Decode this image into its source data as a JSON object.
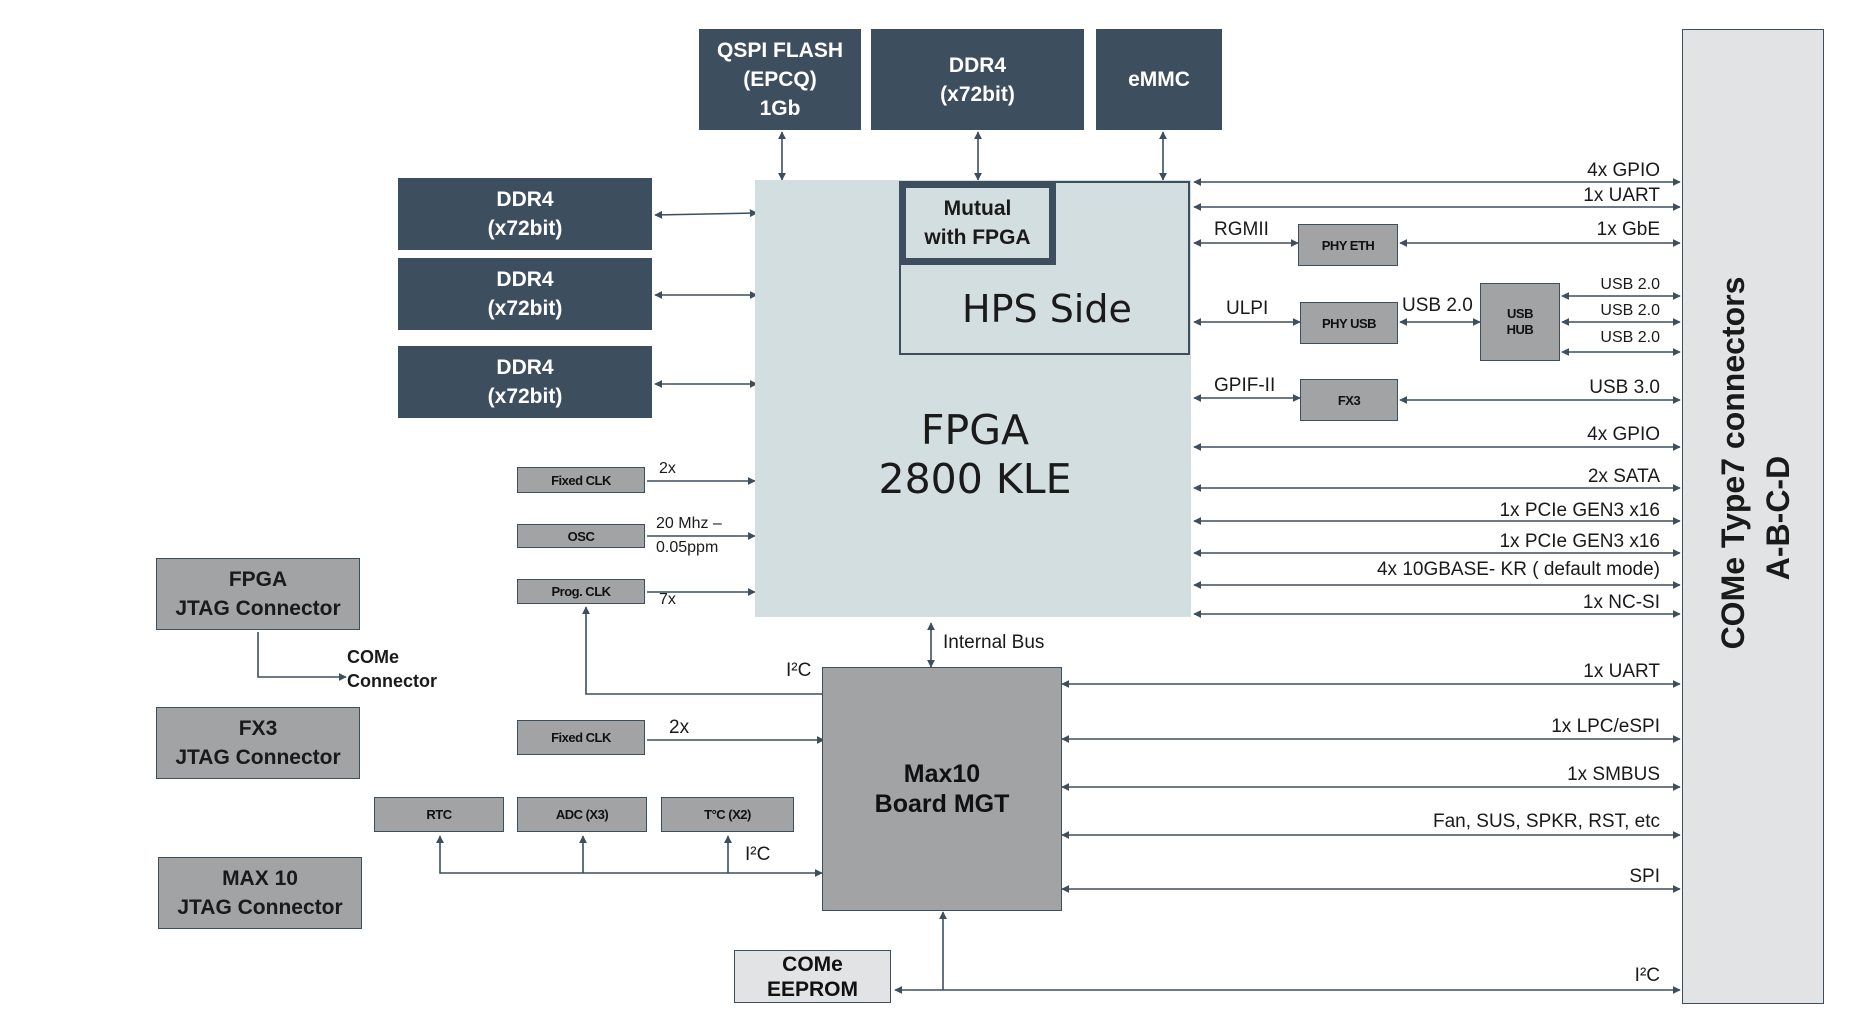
{
  "memory_top": {
    "qspi": [
      "QSPI FLASH",
      "(EPCQ)",
      "1Gb"
    ],
    "ddr4_top": [
      "DDR4",
      "(x72bit)"
    ],
    "emmc": "eMMC"
  },
  "ddr4_left": [
    {
      "line1": "DDR4",
      "line2": "(x72bit)"
    },
    {
      "line1": "DDR4",
      "line2": "(x72bit)"
    },
    {
      "line1": "DDR4",
      "line2": "(x72bit)"
    }
  ],
  "fpga": {
    "line1": "FPGA",
    "line2": "2800 KLE"
  },
  "hps": {
    "mutual_line1": "Mutual",
    "mutual_line2": "with FPGA",
    "side": "HPS Side"
  },
  "clocks": {
    "fixed_clk_1": "Fixed CLK",
    "fixed_clk_1_count": "2x",
    "osc": "OSC",
    "osc_spec_1": "20 Mhz –",
    "osc_spec_2": "0.05ppm",
    "prog_clk": "Prog. CLK",
    "prog_clk_count": "7x",
    "fixed_clk_2": "Fixed CLK",
    "fixed_clk_2_count": "2x"
  },
  "jtag": {
    "fpga": [
      "FPGA",
      "JTAG Connector"
    ],
    "fx3": [
      "FX3",
      "JTAG Connector"
    ],
    "max10": [
      "MAX 10",
      "JTAG Connector"
    ],
    "come_connector": [
      "COMe",
      "Connector"
    ]
  },
  "peripherals": {
    "rtc": "RTC",
    "adc": "ADC (X3)",
    "tc": "T°C (X2)",
    "i2c_sensors": "I²C"
  },
  "max10": {
    "line1": "Max10",
    "line2": "Board MGT",
    "internal_bus": "Internal Bus",
    "i2c_prog": "I²C"
  },
  "eeprom": [
    "COMe",
    "EEPROM"
  ],
  "hps_phy": {
    "rgmii": "RGMII",
    "phy_eth": "PHY ETH",
    "ulpi": "ULPI",
    "phy_usb": "PHY USB",
    "usb20_link": "USB 2.0",
    "usb_hub": [
      "USB",
      "HUB"
    ],
    "gpif": "GPIF-II",
    "fx3": "FX3"
  },
  "fpga_signals": [
    "4x GPIO",
    "1x UART",
    "1x GbE",
    "USB 2.0",
    "USB 2.0",
    "USB 2.0",
    "USB 3.0",
    "4x GPIO",
    "2x SATA",
    "1x PCIe GEN3 x16",
    "1x PCIe GEN3 x16",
    "4x 10GBASE- KR ( default mode)",
    "1x NC-SI"
  ],
  "mgt_signals": [
    "1x UART",
    "1x LPC/eSPI",
    "1x SMBUS",
    "Fan, SUS, SPKR, RST, etc",
    "SPI",
    "I²C"
  ],
  "connector": {
    "line1": "COMe   Type7   connectors",
    "line2": "A-B-C-D"
  }
}
